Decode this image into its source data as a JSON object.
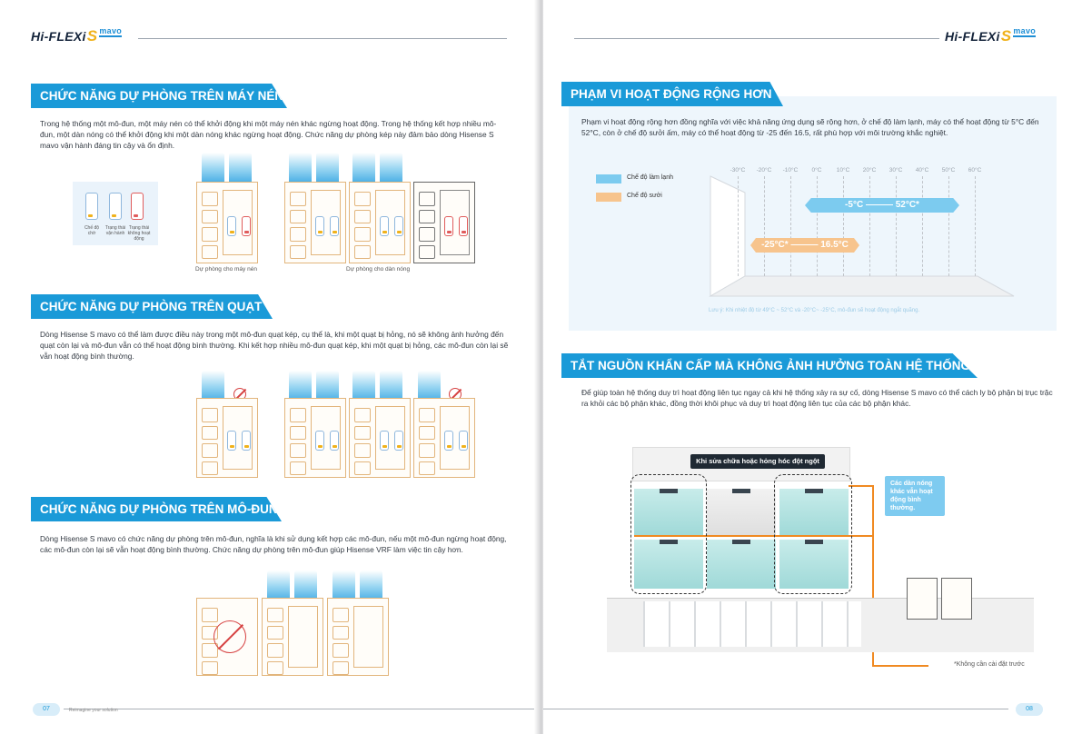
{
  "brand": {
    "logo_text": "Hi-FLEXi",
    "logo_mark": "S",
    "logo_sub": "mavo"
  },
  "left_page": {
    "section1": {
      "title": "CHỨC NĂNG DỰ PHÒNG TRÊN MÁY NÉN",
      "text": "Trong hệ thống một mô-đun, một máy nén có thể khởi động khi một máy nén khác ngừng hoạt động. Trong hệ thống kết hợp nhiều mô-đun, một dàn nóng có thể khởi động khi một dàn nóng khác ngừng hoạt động. Chức năng dự phòng kép này đảm bảo dòng Hisense S mavo vận hành đáng tin cậy và ổn định.",
      "legend": [
        "Chế độ chờ",
        "Trạng thái vận hành",
        "Trạng thái không hoạt động"
      ],
      "caption_compressor": "Dự phòng cho máy nén",
      "caption_outdoor": "Dự phòng cho dàn nóng"
    },
    "section2": {
      "title": "CHỨC NĂNG DỰ PHÒNG TRÊN QUẠT",
      "text": "Dòng Hisense S mavo có thể làm được điều này trong một mô-đun quạt kép, cụ thể là, khi một quạt bị hỏng, nó sẽ không ảnh hưởng đến quạt còn lại và mô-đun vẫn có thể hoạt động bình thường. Khi kết hợp nhiều mô-đun quạt kép, khi một quạt bị hỏng, các mô-đun còn lại sẽ vẫn hoạt động bình thường."
    },
    "section3": {
      "title": "CHỨC NĂNG DỰ PHÒNG TRÊN MÔ-ĐUN",
      "text": "Dòng Hisense S mavo có chức năng dự phòng trên mô-đun, nghĩa là khi sử dụng kết hợp các mô-đun, nếu một mô-đun ngừng hoạt động, các mô-đun còn lại sẽ vẫn hoạt động bình thường. Chức năng dự phòng trên mô-đun giúp Hisense VRF làm việc tin cậy hơn."
    },
    "page_number": "07",
    "footer_tag": "Reimagine your solution"
  },
  "right_page": {
    "section1": {
      "title": "PHẠM VI HOẠT ĐỘNG RỘNG HƠN",
      "text": "Phạm vi hoạt động rộng hơn đồng nghĩa với việc khả năng ứng dụng sẽ rộng hơn, ở chế độ làm lạnh, máy có thể hoạt động từ 5°C đến 52°C, còn ở chế độ sưởi ấm, máy có thể hoạt động từ -25 đến 16.5, rất phù hợp với môi trường khắc nghiệt.",
      "legend_cool": "Chế độ làm lạnh",
      "legend_heat": "Chế độ sưởi",
      "ticks": [
        "-30°C",
        "-20°C",
        "-10°C",
        "0°C",
        "10°C",
        "20°C",
        "30°C",
        "40°C",
        "50°C",
        "60°C"
      ],
      "cool_label": "-5°C ——— 52°C*",
      "heat_label": "-25°C* ——— 16.5°C",
      "note": "Lưu ý: Khi nhiệt độ từ 49°C ~ 52°C và -20°C~ -25°C, mô-đun sẽ hoạt động ngắt quãng.",
      "colors": {
        "cool": "#7ccbef",
        "heat": "#f7c48d"
      }
    },
    "section2": {
      "title": "TẮT NGUỒN KHẨN CẤP MÀ KHÔNG ẢNH HƯỞNG TOÀN HỆ THỐNG",
      "text": "Để giúp toàn hệ thống duy trì hoạt động liên tục ngay cả khi hệ thống xảy ra sự cố, dòng Hisense S mavo có thể cách ly bộ phận bị trục trặc ra khỏi các bộ phận khác, đồng thời khôi phục và duy trì hoạt động liên tục của các bộ phận khác.",
      "callout_dark": "Khi sửa chữa hoặc hỏng hóc đột ngột",
      "callout_blue": "Các dàn nóng khác vẫn hoạt động bình thường.",
      "footnote": "*Không cần cài đặt trước"
    },
    "page_number": "08"
  }
}
